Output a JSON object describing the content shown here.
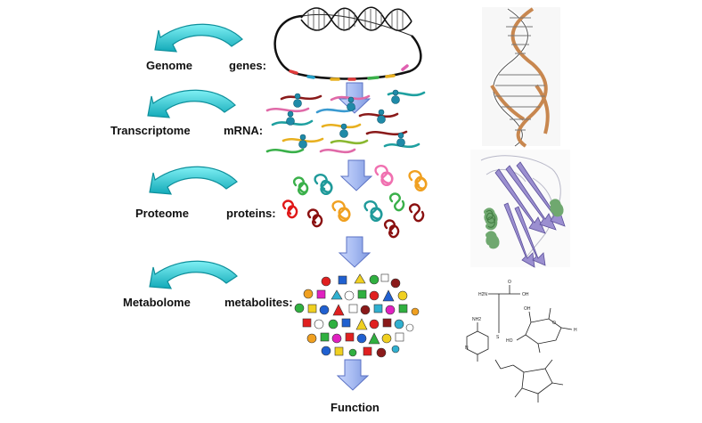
{
  "levels": [
    {
      "omics": "Genome",
      "molecule": "genes:"
    },
    {
      "omics": "Transcriptome",
      "molecule": "mRNA:"
    },
    {
      "omics": "Proteome",
      "molecule": "proteins:"
    },
    {
      "omics": "Metabolome",
      "molecule": "metabolites:"
    }
  ],
  "output": "Function",
  "colors": {
    "cycle_arrow": "#2ec4d0",
    "flow_arrow": "#a9bdf0",
    "helix_backbone": "#c8874f",
    "protein_helix": "#6fa86f",
    "protein_sheet": "#9b8fd0"
  },
  "structure_labels": {
    "amino_acid": [
      "H2N",
      "OH",
      "O",
      "S",
      "N",
      "NH2"
    ],
    "sugar": [
      "OH",
      "HO",
      "O",
      "H"
    ]
  },
  "icons": [
    "cycle-arrow-icon",
    "down-arrow-icon",
    "dna-helix-icon",
    "protein-structure-icon"
  ]
}
